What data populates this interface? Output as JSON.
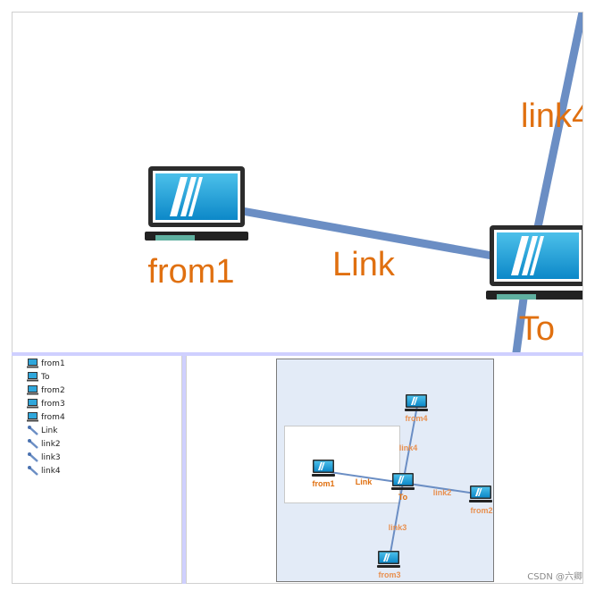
{
  "graph": {
    "nodes": {
      "from1": "from1",
      "to": "To",
      "from2": "from2",
      "from3": "from3",
      "from4": "from4"
    },
    "links": {
      "link": "Link",
      "link2": "link2",
      "link3": "link3",
      "link4": "link4"
    }
  },
  "tree": {
    "items": [
      {
        "label": "from1",
        "icon": "laptop-icon"
      },
      {
        "label": "To",
        "icon": "laptop-icon"
      },
      {
        "label": "from2",
        "icon": "laptop-icon"
      },
      {
        "label": "from3",
        "icon": "laptop-icon"
      },
      {
        "label": "from4",
        "icon": "laptop-icon"
      },
      {
        "label": "Link",
        "icon": "wrench-icon"
      },
      {
        "label": "link2",
        "icon": "wrench-icon"
      },
      {
        "label": "link3",
        "icon": "wrench-icon"
      },
      {
        "label": "link4",
        "icon": "wrench-icon"
      }
    ]
  },
  "watermark": "CSDN @六卿",
  "colors": {
    "link_line": "#6b8ec4",
    "label_orange": "#e07010",
    "overview_bg": "#e3ebf7",
    "splitter": "#cfd0ff"
  }
}
